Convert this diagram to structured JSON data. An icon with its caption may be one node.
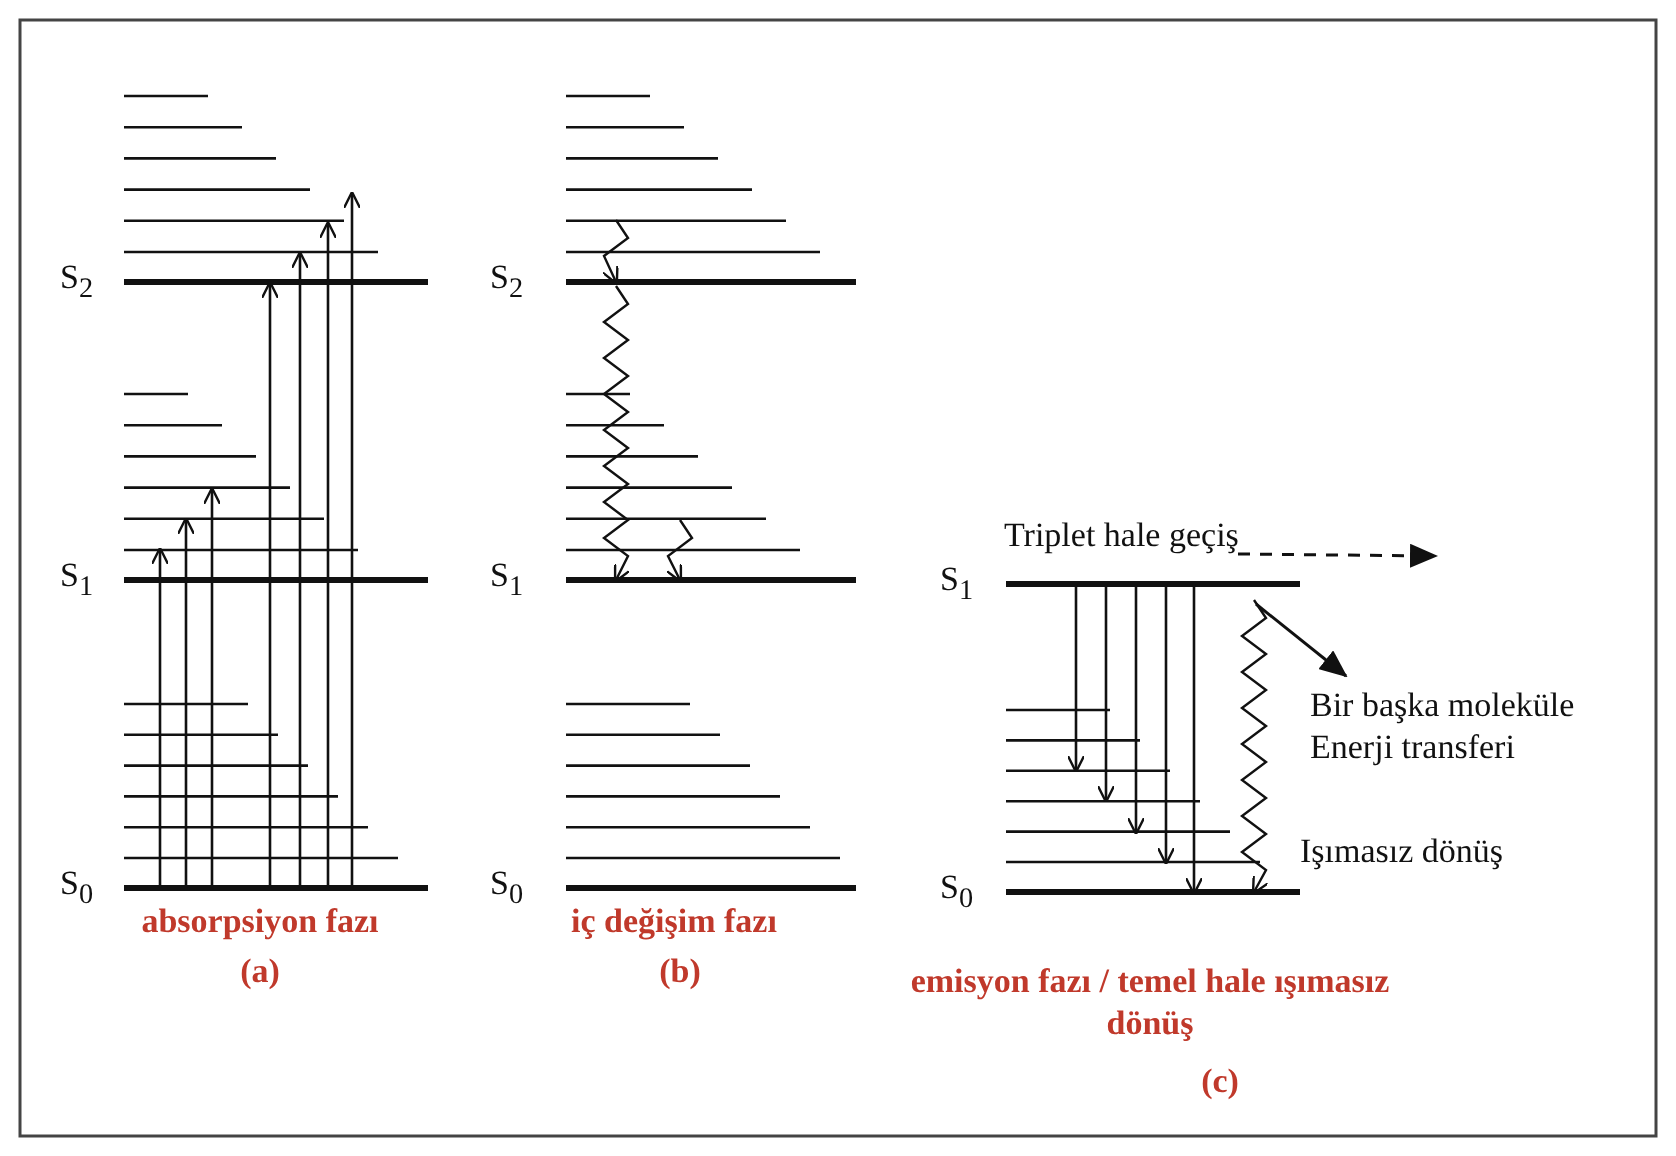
{
  "diagram": {
    "nodes": [
      {
        "text": [
          "Bir başka moleküle Enerji transferi"
        ]
      },
      {
        "text": [
          "Triplet hale geçiş"
        ]
      }
    ],
    "edges": [
      {
        "from": null,
        "to": 0,
        "arrow": "to"
      },
      {
        "from": 1,
        "to": null,
        "arrow": "to",
        "style": "dashed"
      }
    ],
    "labels": [
      "S$_{2}$",
      "S$_{1}$",
      "S$_{0}$",
      "S$_{2}$",
      "S$_{1}$",
      "S$_{0}$",
      "S$_{1}$",
      "S$_{0}$",
      "Işımasız dönüş",
      "absorpsiyon fazı",
      "(a)",
      "iç değişim fazı",
      "(b)",
      "emisyon fazı / temel hale ışımasız dönüş",
      "(c)"
    ]
  }
}
